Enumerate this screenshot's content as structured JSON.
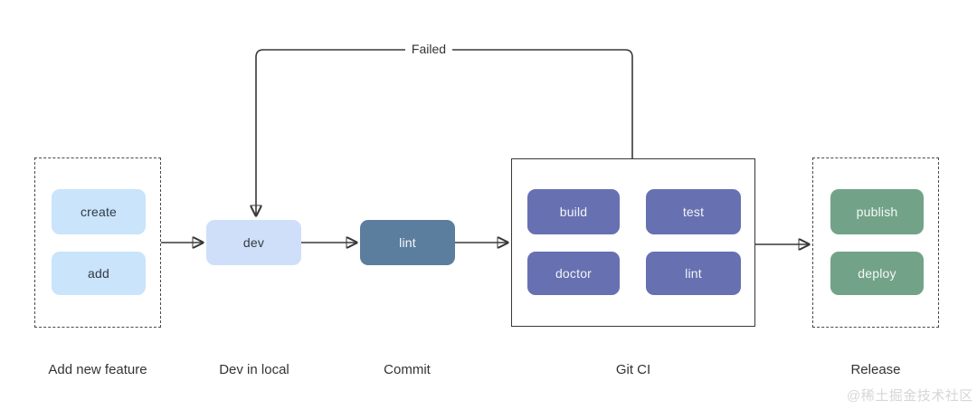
{
  "diagram": {
    "stages": [
      {
        "label": "Add new feature",
        "nodes": [
          "create",
          "add"
        ]
      },
      {
        "label": "Dev in local",
        "nodes": [
          "dev"
        ]
      },
      {
        "label": "Commit",
        "nodes": [
          "lint"
        ]
      },
      {
        "label": "Git CI",
        "nodes": [
          "build",
          "test",
          "doctor",
          "lint"
        ]
      },
      {
        "label": "Release",
        "nodes": [
          "publish",
          "deploy"
        ]
      }
    ],
    "edge_label": "Failed",
    "watermark": "@稀土掘金技术社区",
    "colors": {
      "feature_node_blue": "#C9E4FB",
      "dev_node_blue": "#CFDFF9",
      "commit_node_steel": "#5B7E9F",
      "ci_node_indigo": "#6770B1",
      "release_node_green": "#72A388",
      "connector_line": "#383838",
      "label_text": "#333333",
      "watermark_gray": "#d6d6d6"
    }
  }
}
